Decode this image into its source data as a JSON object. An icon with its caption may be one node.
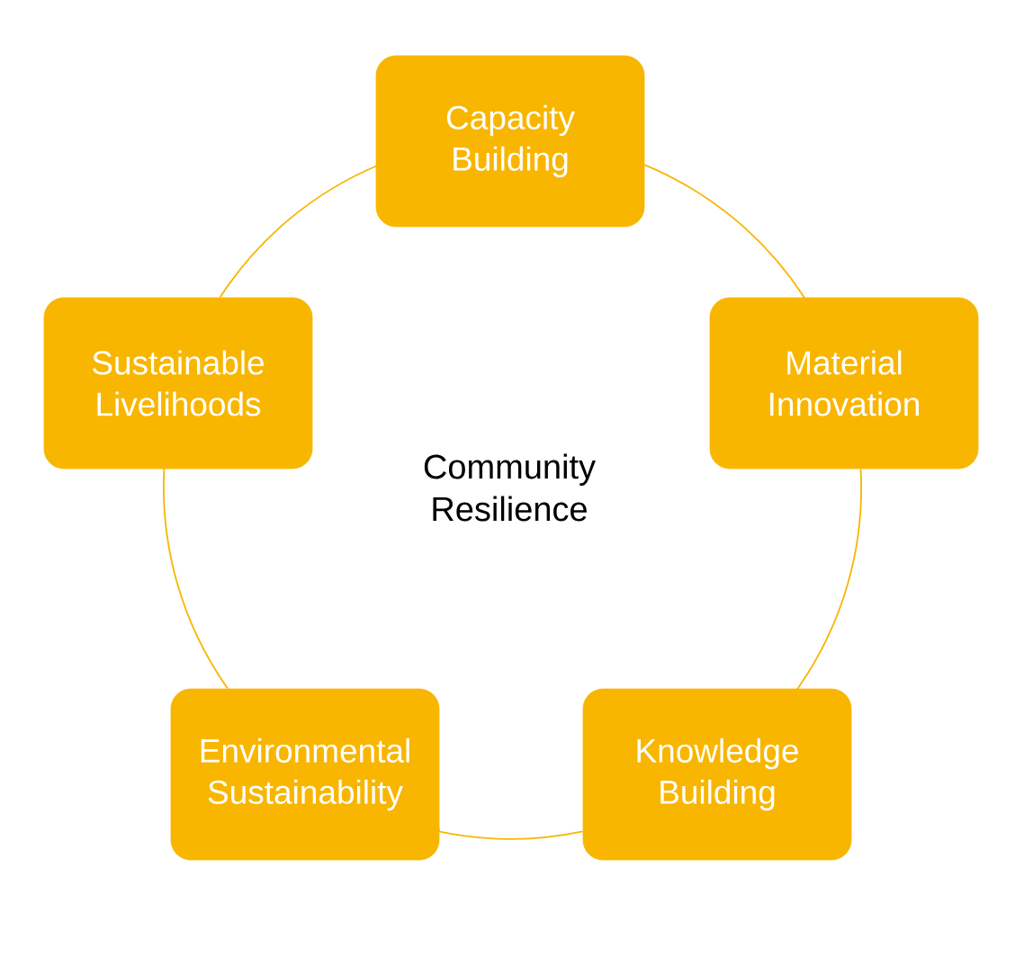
{
  "diagram": {
    "nodes": [
      {
        "text": [
          "Capacity Building"
        ]
      },
      {
        "text": [
          "Sustainable Livelihoods"
        ]
      },
      {
        "text": [
          "Material Innovation"
        ]
      },
      {
        "text": [
          "Environmental Sustainability"
        ]
      },
      {
        "text": [
          "Knowledge Building"
        ]
      }
    ],
    "edges": [
      {
        "from": 0,
        "to": 2,
        "arrow": "none"
      },
      {
        "from": 2,
        "to": 4,
        "arrow": "none"
      },
      {
        "from": 4,
        "to": 3,
        "arrow": "none"
      },
      {
        "from": 3,
        "to": 1,
        "arrow": "none"
      },
      {
        "from": 1,
        "to": 0,
        "arrow": "none"
      }
    ],
    "labels": [
      "Community Resilience"
    ]
  }
}
